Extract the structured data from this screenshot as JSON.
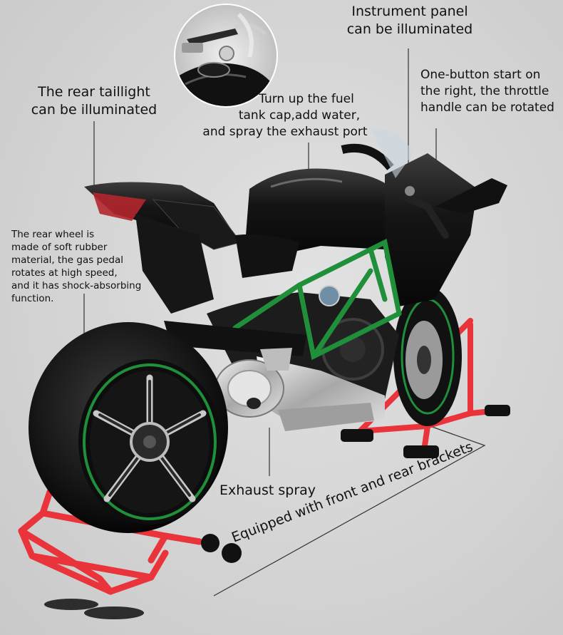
{
  "callouts": {
    "instrument_panel": [
      "Instrument panel",
      "can be illuminated"
    ],
    "rear_taillight": [
      "The rear taillight",
      "can be illuminated"
    ],
    "fuel_tank": [
      "Turn up the fuel",
      "tank cap,add water,",
      "and spray the exhaust port"
    ],
    "one_button_start": [
      "One-button start on",
      "the right, the throttle",
      "handle can be rotated"
    ],
    "rear_wheel": [
      "The rear wheel is",
      "made of soft rubber",
      "material, the gas pedal",
      "rotates at high speed,",
      "and it has shock-absorbing",
      "function."
    ],
    "exhaust_spray": "Exhaust spray",
    "brackets": "Equipped with front and rear brackets"
  },
  "colors": {
    "background": "#d3d3d3",
    "bike_body": "#141414",
    "frame_green": "#1f8f3a",
    "stand_red": "#e8343a",
    "leader_line": "#333333"
  }
}
